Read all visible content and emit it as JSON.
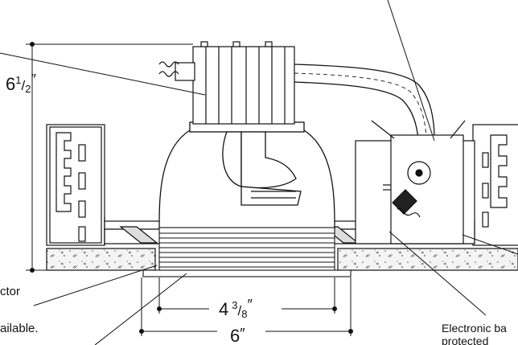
{
  "dimensions": {
    "height": {
      "main": "6",
      "num": "1",
      "den": "2",
      "quote": "″"
    },
    "aperture": {
      "main": "4",
      "num": "3",
      "den": "8",
      "quote": "″"
    },
    "outer": {
      "main": "6",
      "quote": "″"
    }
  },
  "callouts": {
    "reflector_fragment": "ctor",
    "available_fragment": "ailable.",
    "ballast_line1": "Electronic ba",
    "ballast_line2": "protected"
  }
}
